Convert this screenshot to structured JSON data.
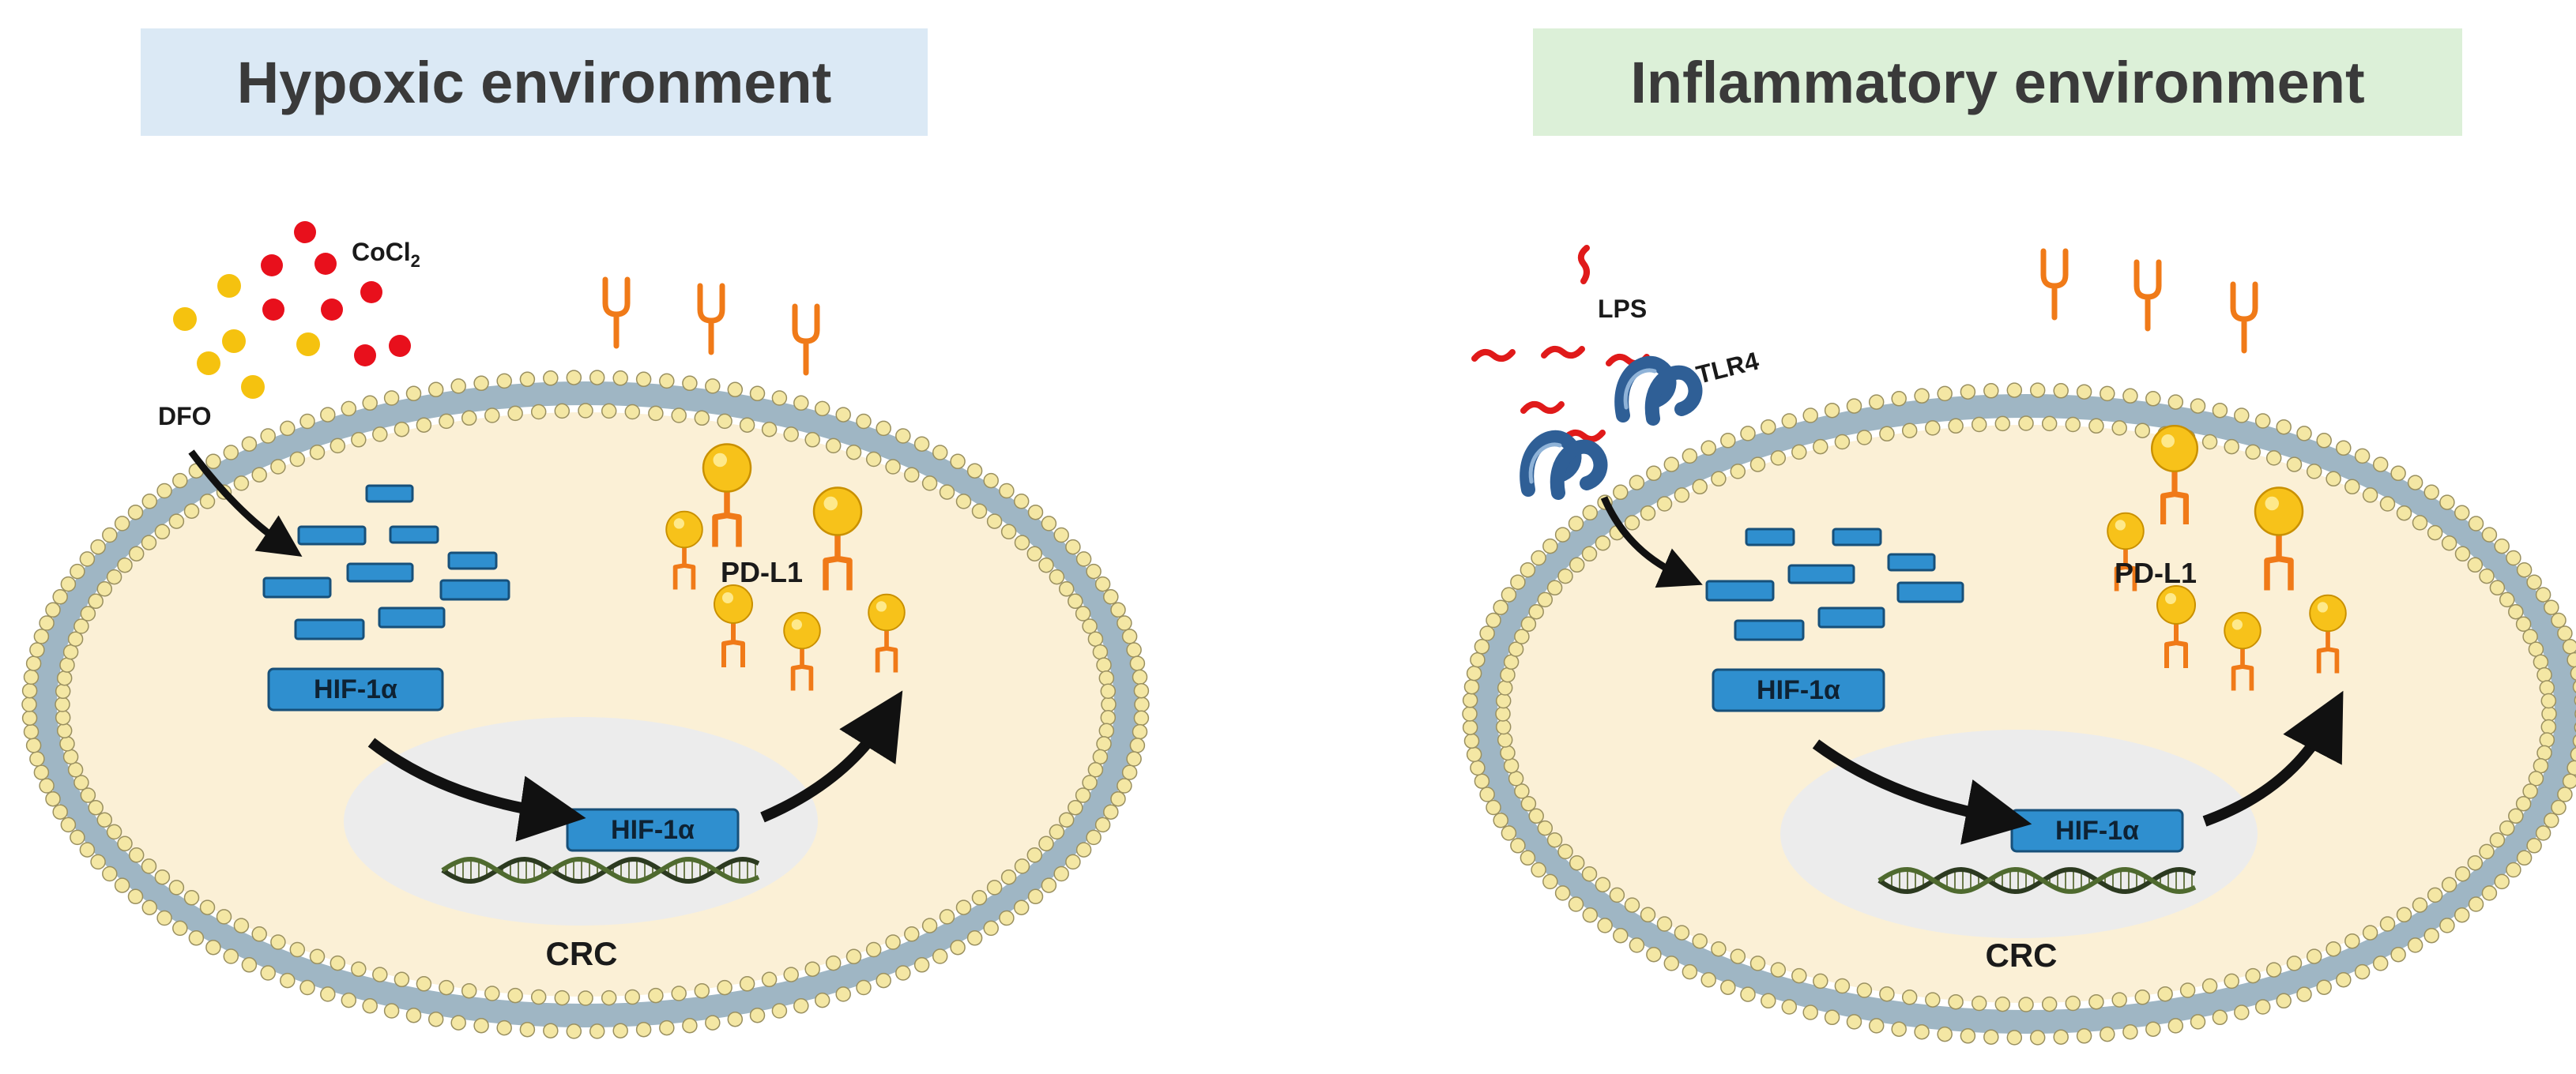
{
  "colors": {
    "banner_hypoxic": "#dbe9f5",
    "banner_inflammatory": "#dcf0d8",
    "cell_fill": "#fbf0d6",
    "membrane_head": "#f4e7a4",
    "membrane_head_stroke": "#9a9060",
    "membrane_tail": "#9fb6c4",
    "nucleus": "#ececec",
    "hif_box": "#2f8fcf",
    "hif_box_stroke": "#17507a",
    "pdl1_head": "#f7c21a",
    "pdl1_stem": "#f07a18",
    "cocl2_dot": "#e8101c",
    "dfo_dot": "#f5c20f",
    "lps_squiggle": "#e01a1a",
    "tlr4": "#2f5f96",
    "arrow": "#111111"
  },
  "panels": [
    {
      "id": "hypoxic",
      "title": "Hypoxic environment",
      "stimuli": [
        {
          "label": "CoCl",
          "subscript": "2",
          "icon": "red-dots"
        },
        {
          "label": "DFO",
          "icon": "yellow-dots"
        }
      ],
      "protein_labels": {
        "cytoplasm": "HIF-1α",
        "nucleus": "HIF-1α",
        "membrane_protein": "PD-L1"
      },
      "cell_label": "CRC"
    },
    {
      "id": "inflammatory",
      "title": "Inflammatory environment",
      "stimuli": [
        {
          "label": "LPS",
          "icon": "red-squiggles"
        },
        {
          "label": "TLR4",
          "icon": "receptor"
        }
      ],
      "protein_labels": {
        "cytoplasm": "HIF-1α",
        "nucleus": "HIF-1α",
        "membrane_protein": "PD-L1"
      },
      "cell_label": "CRC"
    }
  ]
}
